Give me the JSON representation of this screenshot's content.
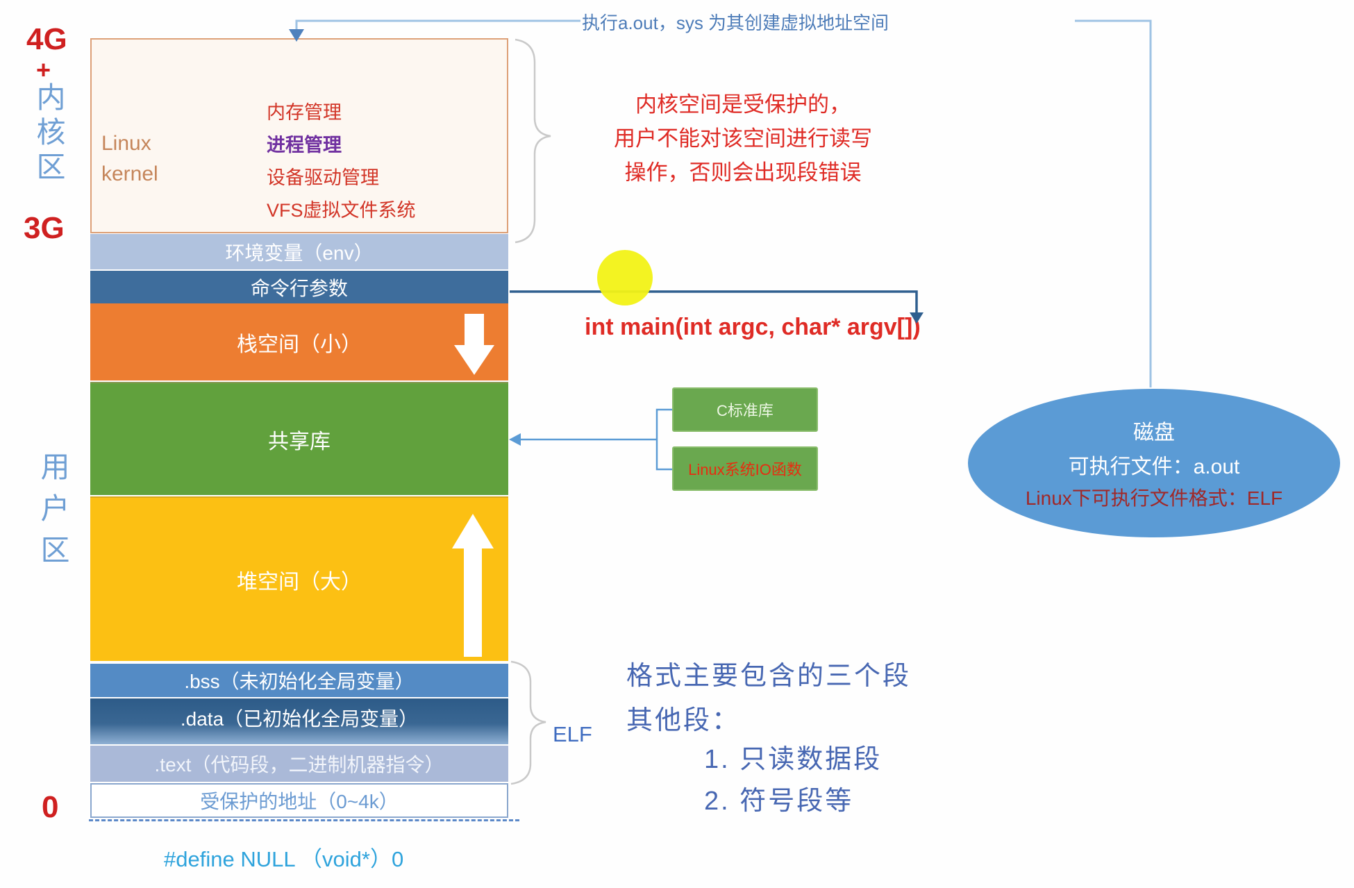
{
  "palette": {
    "kernel_box_border": "#dda077",
    "env_band": "#b0c2de",
    "cmdline_band": "#3e6d9c",
    "stack_band": "#ed7d31",
    "shared_band": "#61a13d",
    "heap_band": "#fcc013",
    "bss_band": "#548bc5",
    "data_band": "#2d5b88",
    "text_band": "#aab9d8",
    "red_text": "#df2b25",
    "blue_text": "#4767b2",
    "cyan_text": "#2ea3dc",
    "ellipse_fill": "#5b9bd5",
    "lib_box_green": "#6aa84f",
    "arrow_blue": "#5b9bd5",
    "highlight_dot": "#f2f216"
  },
  "left_axis": {
    "top_label": "4G",
    "plus_label": "+",
    "kernel_region_label": "内核区",
    "boundary_label": "3G",
    "user_region_label": "用户区",
    "bottom_label": "0"
  },
  "kernel_box": {
    "name_line1": "Linux",
    "name_line2": "kernel",
    "features": {
      "0": "内存管理",
      "1": "进程管理",
      "2": "设备驱动管理",
      "3": "VFS虚拟文件系统"
    }
  },
  "segments": {
    "env": "环境变量（env）",
    "cmdline": "命令行参数",
    "stack": "栈空间（小）",
    "shared": "共享库",
    "heap": "堆空间（大）",
    "bss": ".bss（未初始化全局变量）",
    "data": ".data（已初始化全局变量）",
    "text": ".text（代码段，二进制机器指令）",
    "protected": "受保护的地址（0~4k）"
  },
  "footer": {
    "null_define": "#define NULL （void*）0"
  },
  "annotations": {
    "exec_note": "执行a.out，sys 为其创建虚拟地址空间",
    "kernel_note_line1": "内核空间是受保护的，",
    "kernel_note_line2": "用户不能对该空间进行读写",
    "kernel_note_line3": "操作，否则会出现段错误",
    "main_signature": "int main(int argc, char* argv[])",
    "elf_label": "ELF",
    "elf_note_line1": "格式主要包含的三个段",
    "elf_note_line2": "其他段：",
    "elf_item1": "1. 只读数据段",
    "elf_item2": "2. 符号段等"
  },
  "libraries": {
    "c_std": "C标准库",
    "linux_io": "Linux系统IO函数"
  },
  "disk": {
    "title": "磁盘",
    "line2": "可执行文件：a.out",
    "line3": "Linux下可执行文件格式：ELF"
  }
}
